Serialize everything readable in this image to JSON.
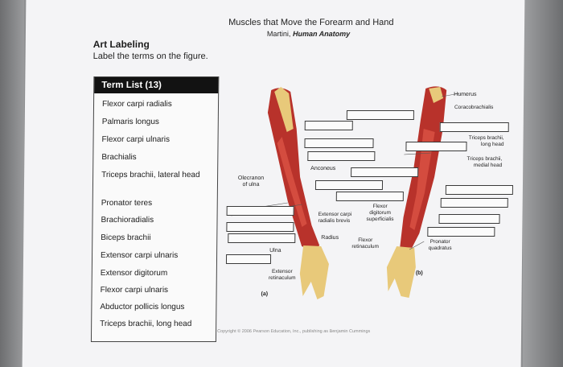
{
  "page": {
    "title": "Muscles that Move the Forearm and Hand",
    "subtitle_author": "Martini,",
    "subtitle_book": "Human Anatomy"
  },
  "activity": {
    "title": "Art Labeling",
    "instructions": "Label the terms on the figure."
  },
  "term_list": {
    "header": "Term List (13)",
    "items": [
      "Flexor carpi radialis",
      "Palmaris longus",
      "Flexor carpi ulnaris",
      "Brachialis",
      "Triceps brachii, lateral head",
      "Pronator teres",
      "Brachioradialis",
      "Biceps brachii",
      "Extensor carpi ulnaris",
      "Extensor digitorum",
      "Flexor carpi ulnaris",
      "Abductor pollicis longus",
      "Triceps brachii, long head"
    ]
  },
  "figure_labels": {
    "humerus": "Humerus",
    "coracobrachialis": "Coracobrachialis",
    "triceps_long": "Triceps brachii, long head",
    "triceps_medial": "Triceps brachii, medial head",
    "anconeus": "Anconeus",
    "olecranon": "Olecranon of ulna",
    "flexor_dig_sup": "Flexor digitorum superficialis",
    "ext_carpi_rad_brevis": "Extensor carpi radialis brevis",
    "radius": "Radius",
    "flexor_ret": "Flexor retinaculum",
    "pronator_quad": "Pronator quadratus",
    "ulna": "Ulna",
    "extensor_ret": "Extensor retinaculum",
    "panel_a": "(a)",
    "panel_b": "(b)"
  },
  "colors": {
    "muscle": "#b8322b",
    "muscle_light": "#d44c3f",
    "bone": "#e8c97a",
    "panel_head": "#121212"
  },
  "copyright": "Copyright © 2006 Pearson Education, Inc., publishing as Benjamin Cummings"
}
